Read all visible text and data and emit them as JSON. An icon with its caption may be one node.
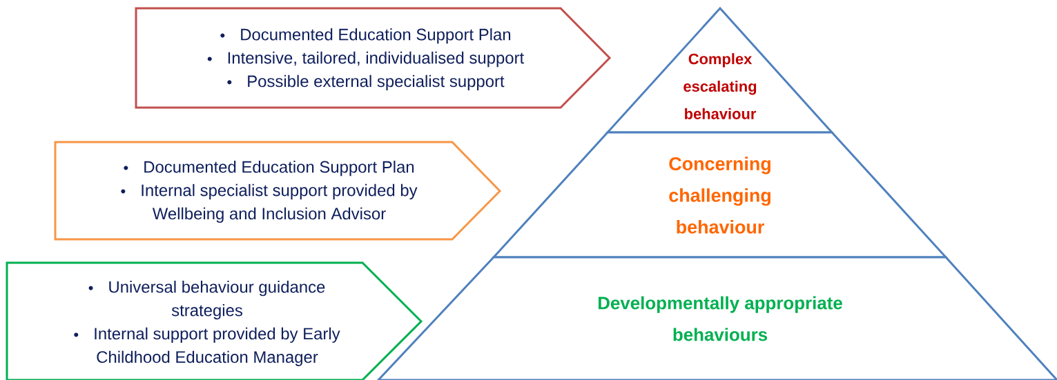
{
  "diagram": {
    "nodes": [
      {
        "text": [
          "Documented Education Support Plan",
          "Intensive, tailored, individualised support",
          "Possible external specialist support"
        ]
      },
      {
        "text": [
          "Complex escalating behaviour"
        ]
      },
      {
        "text": [
          "Documented Education Support Plan",
          "Internal specialist support provided by Wellbeing and Inclusion Advisor"
        ]
      },
      {
        "text": [
          "Concerning challenging behaviour"
        ]
      },
      {
        "text": [
          "Universal behaviour guidance strategies",
          "Internal support provided by Early Childhood Education Manager"
        ]
      },
      {
        "text": [
          "Developmentally appropriate behaviours"
        ]
      }
    ]
  }
}
